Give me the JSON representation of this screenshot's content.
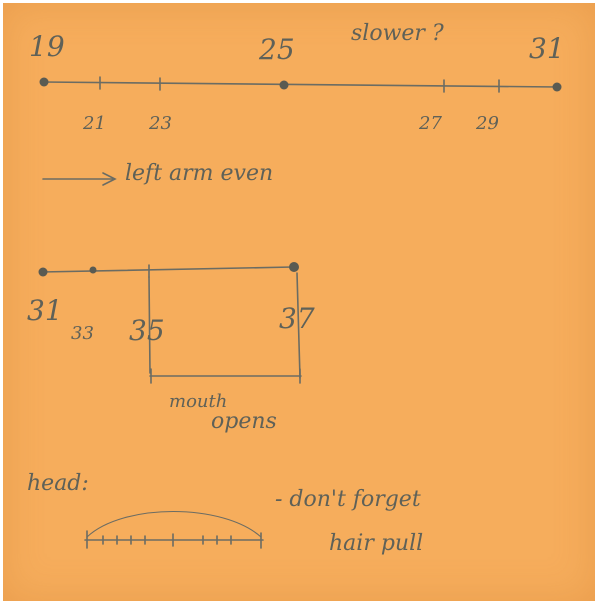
{
  "timeline_top": {
    "start_label": "19",
    "mid_label": "25",
    "end_label": "31",
    "note": "slower ?",
    "small_ticks": [
      "21",
      "23",
      "27",
      "29"
    ]
  },
  "arrow_note": "left arm even",
  "timeline_middle": {
    "labels": [
      "31",
      "33",
      "35",
      "37"
    ],
    "caption_line1": "mouth",
    "caption_line2": "opens"
  },
  "head": {
    "label": "head:",
    "note_line1": "- don't forget",
    "note_line2": "hair pull"
  },
  "colors": {
    "paper": "#f6ad5c",
    "pencil": "#5f6158"
  }
}
